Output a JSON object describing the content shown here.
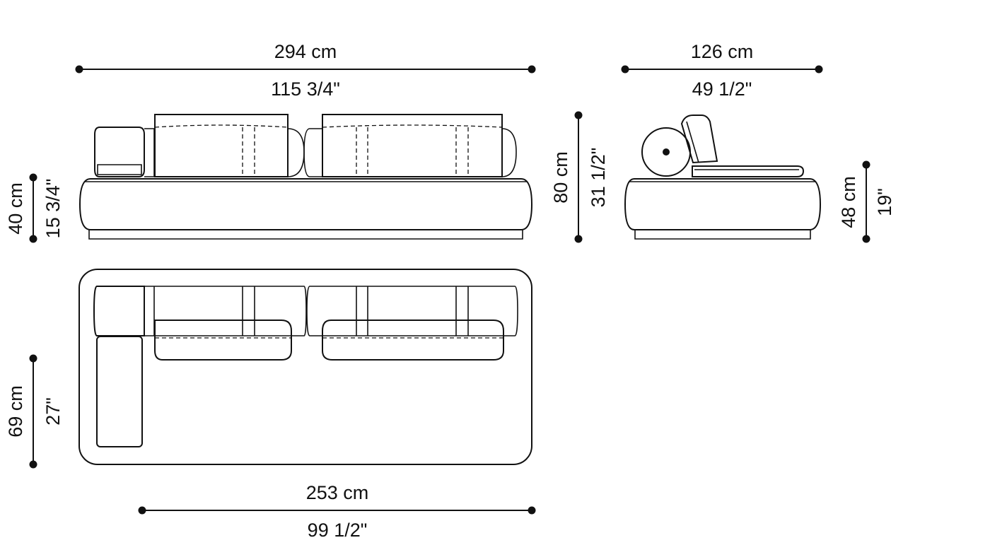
{
  "dimensions": {
    "front_width_cm": "294 cm",
    "front_width_in": "115 3/4\"",
    "side_depth_cm": "126 cm",
    "side_depth_in": "49 1/2\"",
    "seat_height_cm": "40 cm",
    "seat_height_in": "15 3/4\"",
    "total_height_cm": "80 cm",
    "total_height_in": "31 1/2\"",
    "side_height_cm": "48 cm",
    "side_height_in": "19\"",
    "plan_depth_cm": "69 cm",
    "plan_depth_in": "27\"",
    "plan_width_cm": "253 cm",
    "plan_width_in": "99 1/2\""
  }
}
